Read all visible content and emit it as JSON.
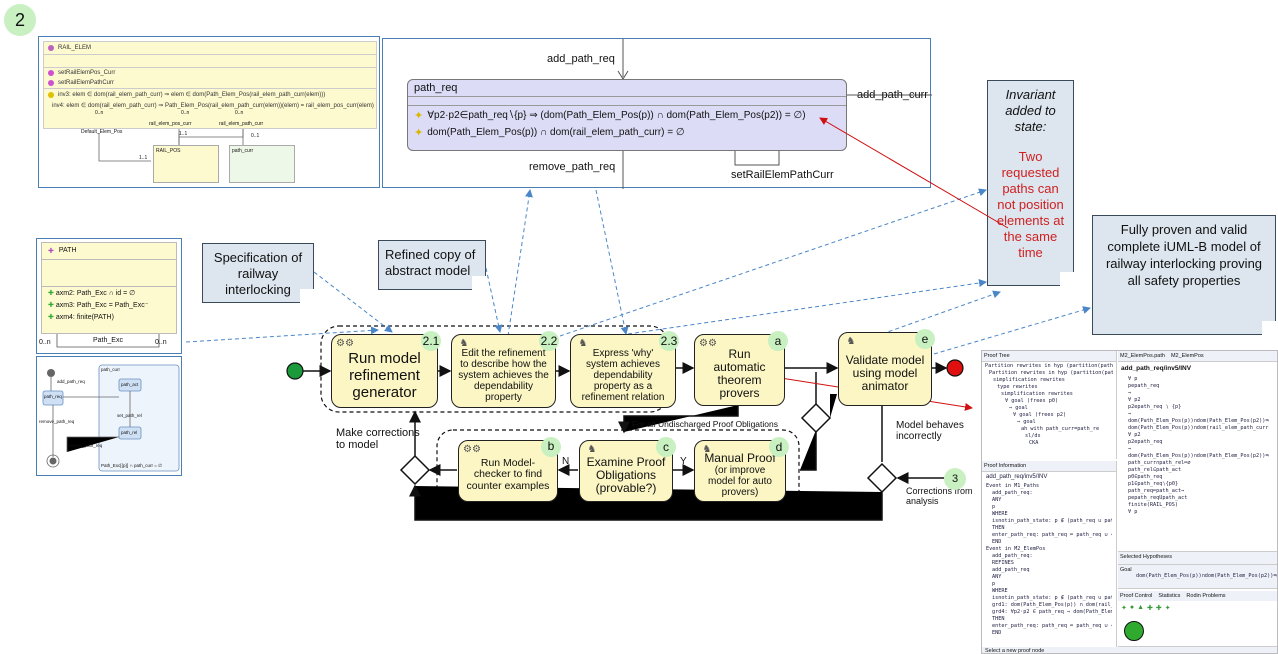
{
  "badges": {
    "top_left": "2",
    "analysis": "3"
  },
  "rail_elem_uml": {
    "class_name": "RAIL_ELEM",
    "methods": [
      "setRailElemPos_Curr",
      "setRailElemPathCurr"
    ],
    "invariants": [
      "inv3: elem ∈ dom(rail_elem_path_curr) ⇒ elem ∈ dom(Path_Elem_Pos(rail_elem_path_curr(elem)))",
      "inv4: elem ∈ dom(rail_elem_path_curr) ⇒ Path_Elem_Pos(rail_elem_path_curr(elem))(elem) = rail_elem_pos_curr(elem)"
    ],
    "labels": [
      "0..n",
      "0..n",
      "0..n",
      "1..1",
      "1..1",
      "0..1",
      "rail_elem_pos_curr",
      "rail_elem_path_curr",
      "Default_Elem_Pos"
    ],
    "targets": [
      "RAIL_POS",
      "path_curr"
    ]
  },
  "path_req_box": {
    "top_label": "add_path_req",
    "title": "path_req",
    "right_label": "add_path_curr",
    "inv1": "∀p2·p2∈path_req∖{p} ⇒ (dom(Path_Elem_Pos(p)) ∩ dom(Path_Elem_Pos(p2)) = ∅)",
    "inv2": "dom(Path_Elem_Pos(p)) ∩ dom(rail_elem_path_curr) = ∅",
    "bottom_label": "remove_path_req",
    "loop_label": "setRailElemPathCurr"
  },
  "path_uml": {
    "class_name": "PATH",
    "axioms": [
      "axm2: Path_Exc ∩ id = ∅",
      "axm3: Path_Exc = Path_Exc⁻",
      "axm4: finite(PATH)"
    ],
    "assoc_name": "Path_Exc",
    "mult_left": "0..n",
    "mult_right": "0..n"
  },
  "state_machine": {
    "labels": [
      "add_path_req",
      "path_req",
      "path_curr",
      "remove_path_req",
      "path_act",
      "set_path_rel",
      "path_rel",
      "remove_path_req",
      "Path_Exc[{p}] ∩ path_curr = ∅"
    ]
  },
  "notes": {
    "spec": "Specification of railway interlocking",
    "refined": "Refined copy of abstract model",
    "invariant_head": "Invariant added to state:",
    "invariant_body": "Two requested paths can not position elements at the same time",
    "proven": "Fully proven and valid complete iUML-B model of railway interlocking proving all safety properties"
  },
  "process": {
    "box_2_1": {
      "num": "2.1",
      "text": "Run model refinement generator"
    },
    "box_2_2": {
      "num": "2.2",
      "text": "Edit the refinement to describe how the system achieves the dependability property"
    },
    "box_2_3": {
      "num": "2.3",
      "text": "Express 'why' system achieves dependability property as a refinement relation"
    },
    "box_a": {
      "num": "a",
      "text": "Run automatic theorem provers"
    },
    "box_e": {
      "num": "e",
      "text": "Validate model using model animator"
    },
    "box_b": {
      "num": "b",
      "text": "Run Model-checker to find counter examples"
    },
    "box_c": {
      "num": "c",
      "text": "Examine Proof Obligations (provable?)"
    },
    "box_d_title": "Manual Proof",
    "box_d_sub": "(or improve model for auto provers)",
    "box_d_num": "d",
    "for_all": "For all Undischarged Proof Obligations",
    "n": "N",
    "y": "Y",
    "make_corrections": "Make corrections to model",
    "model_behaves": "Model behaves incorrectly",
    "corrections_from": "Corrections from analysis"
  },
  "prover": {
    "proof_tree_tab": "Proof Tree",
    "editor_tabs": [
      "M2_ElemPos.path",
      "M2_ElemPos"
    ],
    "po_name": "add_path_req/inv5/INV",
    "proof_info_tab": "Proof Information",
    "info_title": "add_path_req/inv5/INV",
    "selected_hyp": "Selected Hypotheses",
    "goal_tab": "Goal",
    "goal_text": "dom(Path_Elem_Pos(p))∩dom(Path_Elem_Pos(p2))=∅",
    "proof_control_tab": "Proof Control",
    "stats_tab": "Statistics",
    "rodin_tab": "Rodin Problems",
    "status": "Select a new proof node",
    "tree_lines": [
      "Partition rewrites in hyp (partition(path_reque",
      "Partition rewrites in hyp (partition(path_curr",
      "simplification rewrites",
      "type rewrites",
      "simplification rewrites",
      "∀ goal (frees p0)",
      "⇒ goal",
      "∀ goal (frees p2)",
      "⇒ goal",
      "ah with path_curr=path_re",
      "sl/ds",
      "CKA"
    ],
    "info_lines": [
      "Event in M1_Paths",
      "add_path_req:",
      "ANY",
      "p",
      "WHERE",
      "isnotin_path_state: p ∉ (path_req ∪ path_curr)",
      "THEN",
      "enter_path_req: path_req ≔ path_req ∪ {p}",
      "END",
      "Event in M2_ElemPos",
      "add_path_req:",
      "REFINES",
      "add_path_req",
      "ANY",
      "p",
      "WHERE",
      "isnotin_path_state: p ∉ (path_req ∪ path_curr)",
      "grd1: dom(Path_Elem_Pos(p)) ∩ dom(rail_elem_pa",
      "grd4: ∀p2·p2 ∈ path_req ⇒ dom(Path_Elem_Pos(p",
      "THEN",
      "enter_path_req: path_req ≔ path_req ∪ {p}",
      "END"
    ],
    "hyp_lines": [
      "∀ p",
      "pepath_req",
      "⇒",
      "∀ p2",
      "p2epath_req ∖ {p}",
      "⇒",
      "dom(Path_Elem_Pos(p))∩dom(Path_Elem_Pos(p2))=∅",
      "dom(Path_Elem_Pos(p))∩dom(rail_elem_path_curr)",
      "∀ p2",
      "p2epath_req",
      "⇒",
      "dom(Path_Elem_Pos(p))∩dom(Path_Elem_Pos(p2))=∅",
      "path_curr∩path_rel≔∅",
      "path_rel⊆path_act",
      "p0∈path_req",
      "p1∈path_req∖{p0}",
      "path_req≔path_act⇒",
      "pepath_reqUpath_act",
      "finite(RAIL_POS)",
      "∀ p"
    ]
  }
}
